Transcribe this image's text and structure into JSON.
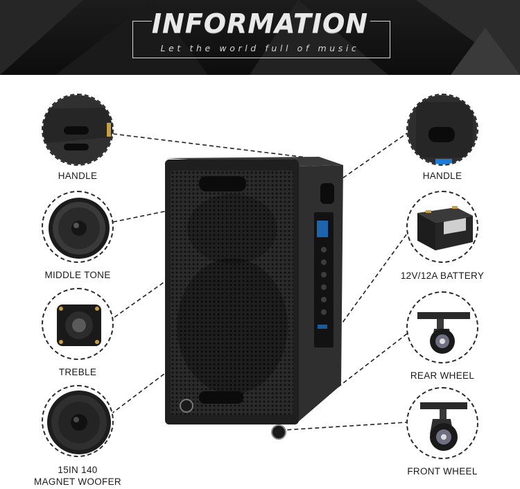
{
  "header": {
    "title": "INFORMATION",
    "subtitle": "Let the world full of music"
  },
  "left_features": [
    {
      "label": "HANDLE",
      "icon": "handle-top"
    },
    {
      "label": "MIDDLE TONE",
      "icon": "midrange-speaker"
    },
    {
      "label": "TREBLE",
      "icon": "tweeter"
    },
    {
      "label_line1": "15IN 140",
      "label_line2": "MAGNET WOOFER",
      "icon": "woofer"
    }
  ],
  "right_features": [
    {
      "label": "HANDLE",
      "icon": "handle-side"
    },
    {
      "label": "12V/12A BATTERY",
      "icon": "battery"
    },
    {
      "label": "REAR WHEEL",
      "icon": "caster-wheel"
    },
    {
      "label": "FRONT WHEEL",
      "icon": "caster-wheel"
    }
  ],
  "colors": {
    "banner": "#111111",
    "cabinet": "#2b2b2b",
    "grille": "#1e1e1e",
    "accent_blue": "#1e7bd6"
  }
}
